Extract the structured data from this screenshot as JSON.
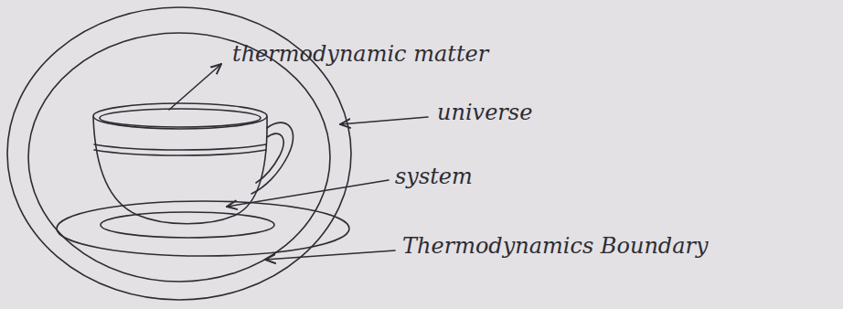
{
  "diagram": {
    "labels": [
      "thermodynamic matter",
      "universe",
      "system",
      "Thermodynamics Boundary"
    ]
  }
}
